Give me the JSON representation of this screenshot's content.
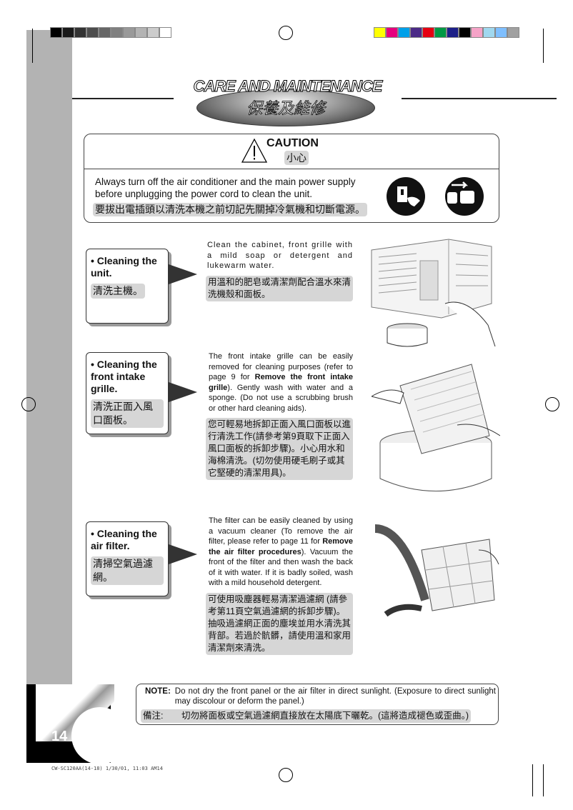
{
  "header": {
    "title_en": "CARE AND MAINTENANCE",
    "title_zh": "保養及維修",
    "gray_swatches": [
      "#000000",
      "#1a1a1a",
      "#333333",
      "#4d4d4d",
      "#666666",
      "#808080",
      "#999999",
      "#b3b3b3",
      "#cccccc",
      "#ffffff"
    ],
    "color_swatches": [
      "#ffff00",
      "#e6007e",
      "#00a0e9",
      "#4b2a87",
      "#e60012",
      "#009944",
      "#1d2088",
      "#000000",
      "#f5a3c7",
      "#a0d8ef",
      "#7fbfff",
      "#a0a0a0"
    ]
  },
  "caution": {
    "heading_en": "CAUTION",
    "heading_zh": "小心",
    "text_en": "Always turn off the air conditioner and the main power supply before unplugging the power cord to clean the unit.",
    "text_zh": "要拔出電插頭以清洗本機之前切記先關掉冷氣機和切斷電源。"
  },
  "sections": [
    {
      "label_en": "• Cleaning the unit.",
      "label_zh": "清洗主機。",
      "text_en": "Clean the cabinet, front grille with a mild soap or detergent and lukewarm water.",
      "text_zh": "用溫和的肥皂或清潔劑配合溫水來清洗機殼和面板。"
    },
    {
      "label_en": "• Cleaning the front intake grille.",
      "label_zh": "清洗正面入風口面板。",
      "text_en_1": "The front intake grille can be easily removed for cleaning purposes (refer to page 9 for ",
      "text_en_bold": "Remove the front intake grille",
      "text_en_2": "). Gently wash with water and a sponge. (Do not use a scrubbing brush or other hard cleaning aids).",
      "text_zh": "您可輕易地拆卸正面入風口面板以進行清洗工作(請參考第9頁取下正面入風口面板的拆卸步驟)。小心用水和海棉清洗。(切勿使用硬毛刷子或其它堅硬的清潔用具)。"
    },
    {
      "label_en": "• Cleaning the air filter.",
      "label_zh": "清掃空氣過濾網。",
      "text_en_1": "The filter can be easily cleaned by using a vacuum cleaner (To remove the air filter, please refer to page 11 for ",
      "text_en_bold": "Remove the air filter procedures",
      "text_en_2": "). Vacuum the front of the filter and then wash the back of it with water. If it is badly soiled, wash with a mild household detergent.",
      "text_zh": "可使用吸塵器輕易清潔過濾網 (請參考第11頁空氣過濾網的拆卸步驟)。抽吸過濾網正面的塵埃並用水清洗其背部。若過於骯髒，請使用溫和家用清潔劑來清洗。"
    }
  ],
  "note": {
    "label_en": "NOTE:",
    "text_en": "Do not dry the front panel or the air filter in direct sunlight. (Exposure to direct sunlight may discolour or deform the panel.)",
    "label_zh": "備注:",
    "text_zh": "切勿將面板或空氣過濾網直接放在太陽底下曬乾。(這將造成褪色或歪曲。)"
  },
  "footer": {
    "page_number": "14",
    "print_info": "CW-SC120AA(14-18)  1/30/01, 11:03 AM14"
  }
}
